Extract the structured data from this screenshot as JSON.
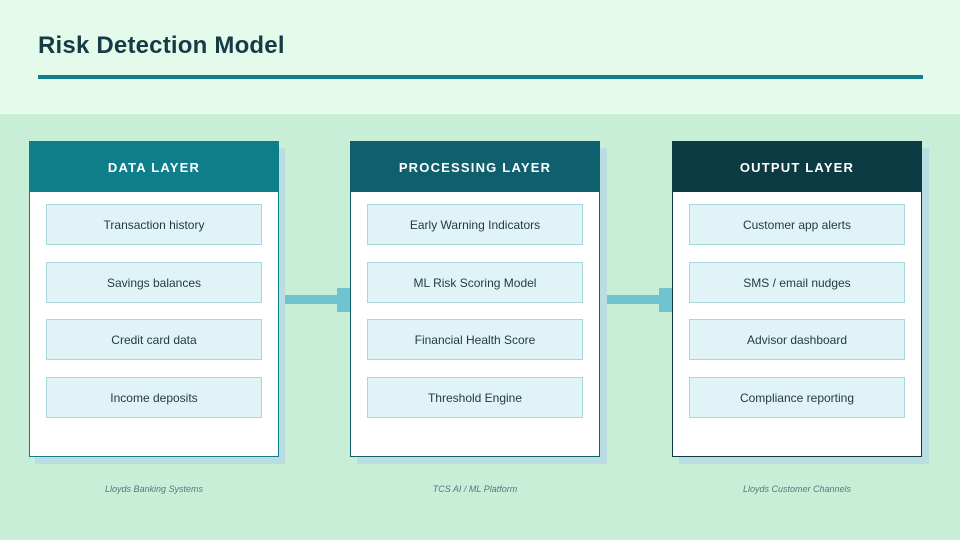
{
  "title": "Risk Detection Model",
  "colors": {
    "data_layer": "#0f7e8b",
    "processing_layer": "#0f5f6d",
    "output_layer": "#0b3a43",
    "connector": "#6fc4cf"
  },
  "layers": [
    {
      "heading": "DATA LAYER",
      "items": [
        "Transaction history",
        "Savings balances",
        "Credit card data",
        "Income deposits"
      ],
      "caption": "Lloyds Banking Systems"
    },
    {
      "heading": "PROCESSING LAYER",
      "items": [
        "Early Warning Indicators",
        "ML Risk Scoring Model",
        "Financial Health Score",
        "Threshold Engine"
      ],
      "caption": "TCS AI / ML Platform"
    },
    {
      "heading": "OUTPUT LAYER",
      "items": [
        "Customer app alerts",
        "SMS / email nudges",
        "Advisor dashboard",
        "Compliance reporting"
      ],
      "caption": "Lloyds Customer Channels"
    }
  ]
}
